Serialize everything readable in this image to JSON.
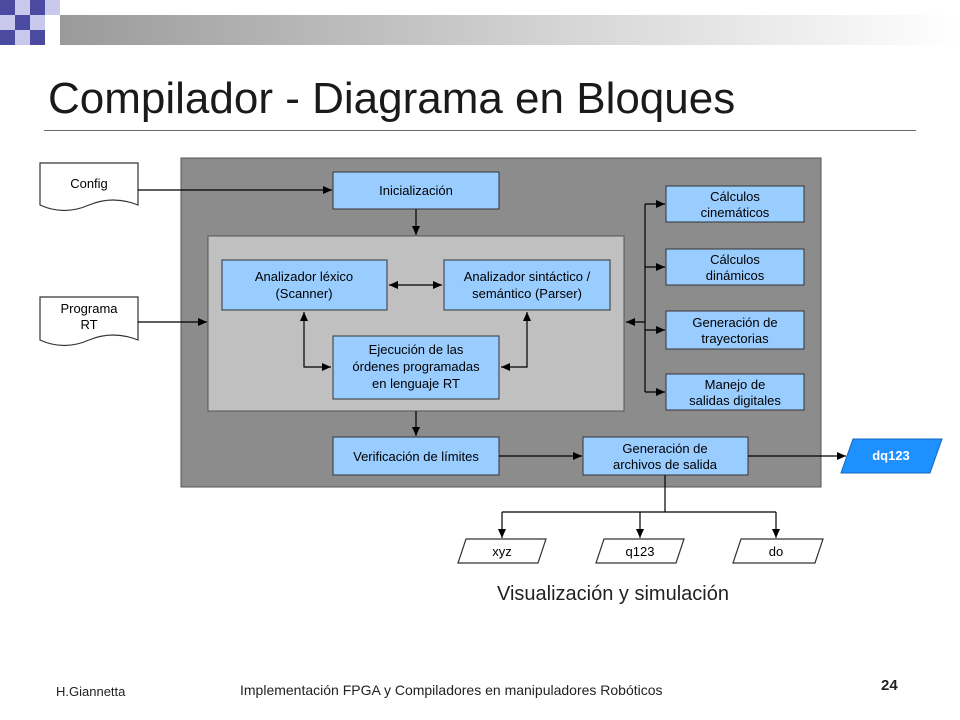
{
  "slide": {
    "title": "Compilador - Diagrama en Bloques",
    "author": "H.Giannetta",
    "footer_text": "Implementación FPGA y Compiladores en manipuladores Robóticos",
    "page_number": "24",
    "caption": "Visualización y simulación"
  },
  "colors": {
    "accent_dark": "#4a4aa0",
    "accent_light": "#c8c8ec",
    "block_fill": "#99ccff",
    "outer_panel": "#8c8c8c",
    "inner_panel": "#c0c0c0",
    "output_fill": "#1e90ff"
  },
  "diagram": {
    "inputs": {
      "config": "Config",
      "programa_line1": "Programa",
      "programa_line2": "RT"
    },
    "blocks": {
      "inicializacion": "Inicialización",
      "lexico_line1": "Analizador léxico",
      "lexico_line2": "(Scanner)",
      "sintactico_line1": "Analizador sintáctico /",
      "sintactico_line2": "semántico (Parser)",
      "ejecucion_line1": "Ejecución de las",
      "ejecucion_line2": "órdenes programadas",
      "ejecucion_line3": "en lenguaje RT",
      "verificacion": "Verificación de límites",
      "generacion_archivos_line1": "Generación de",
      "generacion_archivos_line2": "archivos de salida",
      "cinematicos_line1": "Cálculos",
      "cinematicos_line2": "cinemáticos",
      "dinamicos_line1": "Cálculos",
      "dinamicos_line2": "dinámicos",
      "trayectorias_line1": "Generación de",
      "trayectorias_line2": "trayectorias",
      "salidas_line1": "Manejo de",
      "salidas_line2": "salidas digitales"
    },
    "outputs": {
      "dq123": "dq123",
      "xyz": "xyz",
      "q123": "q123",
      "do": "do"
    }
  }
}
